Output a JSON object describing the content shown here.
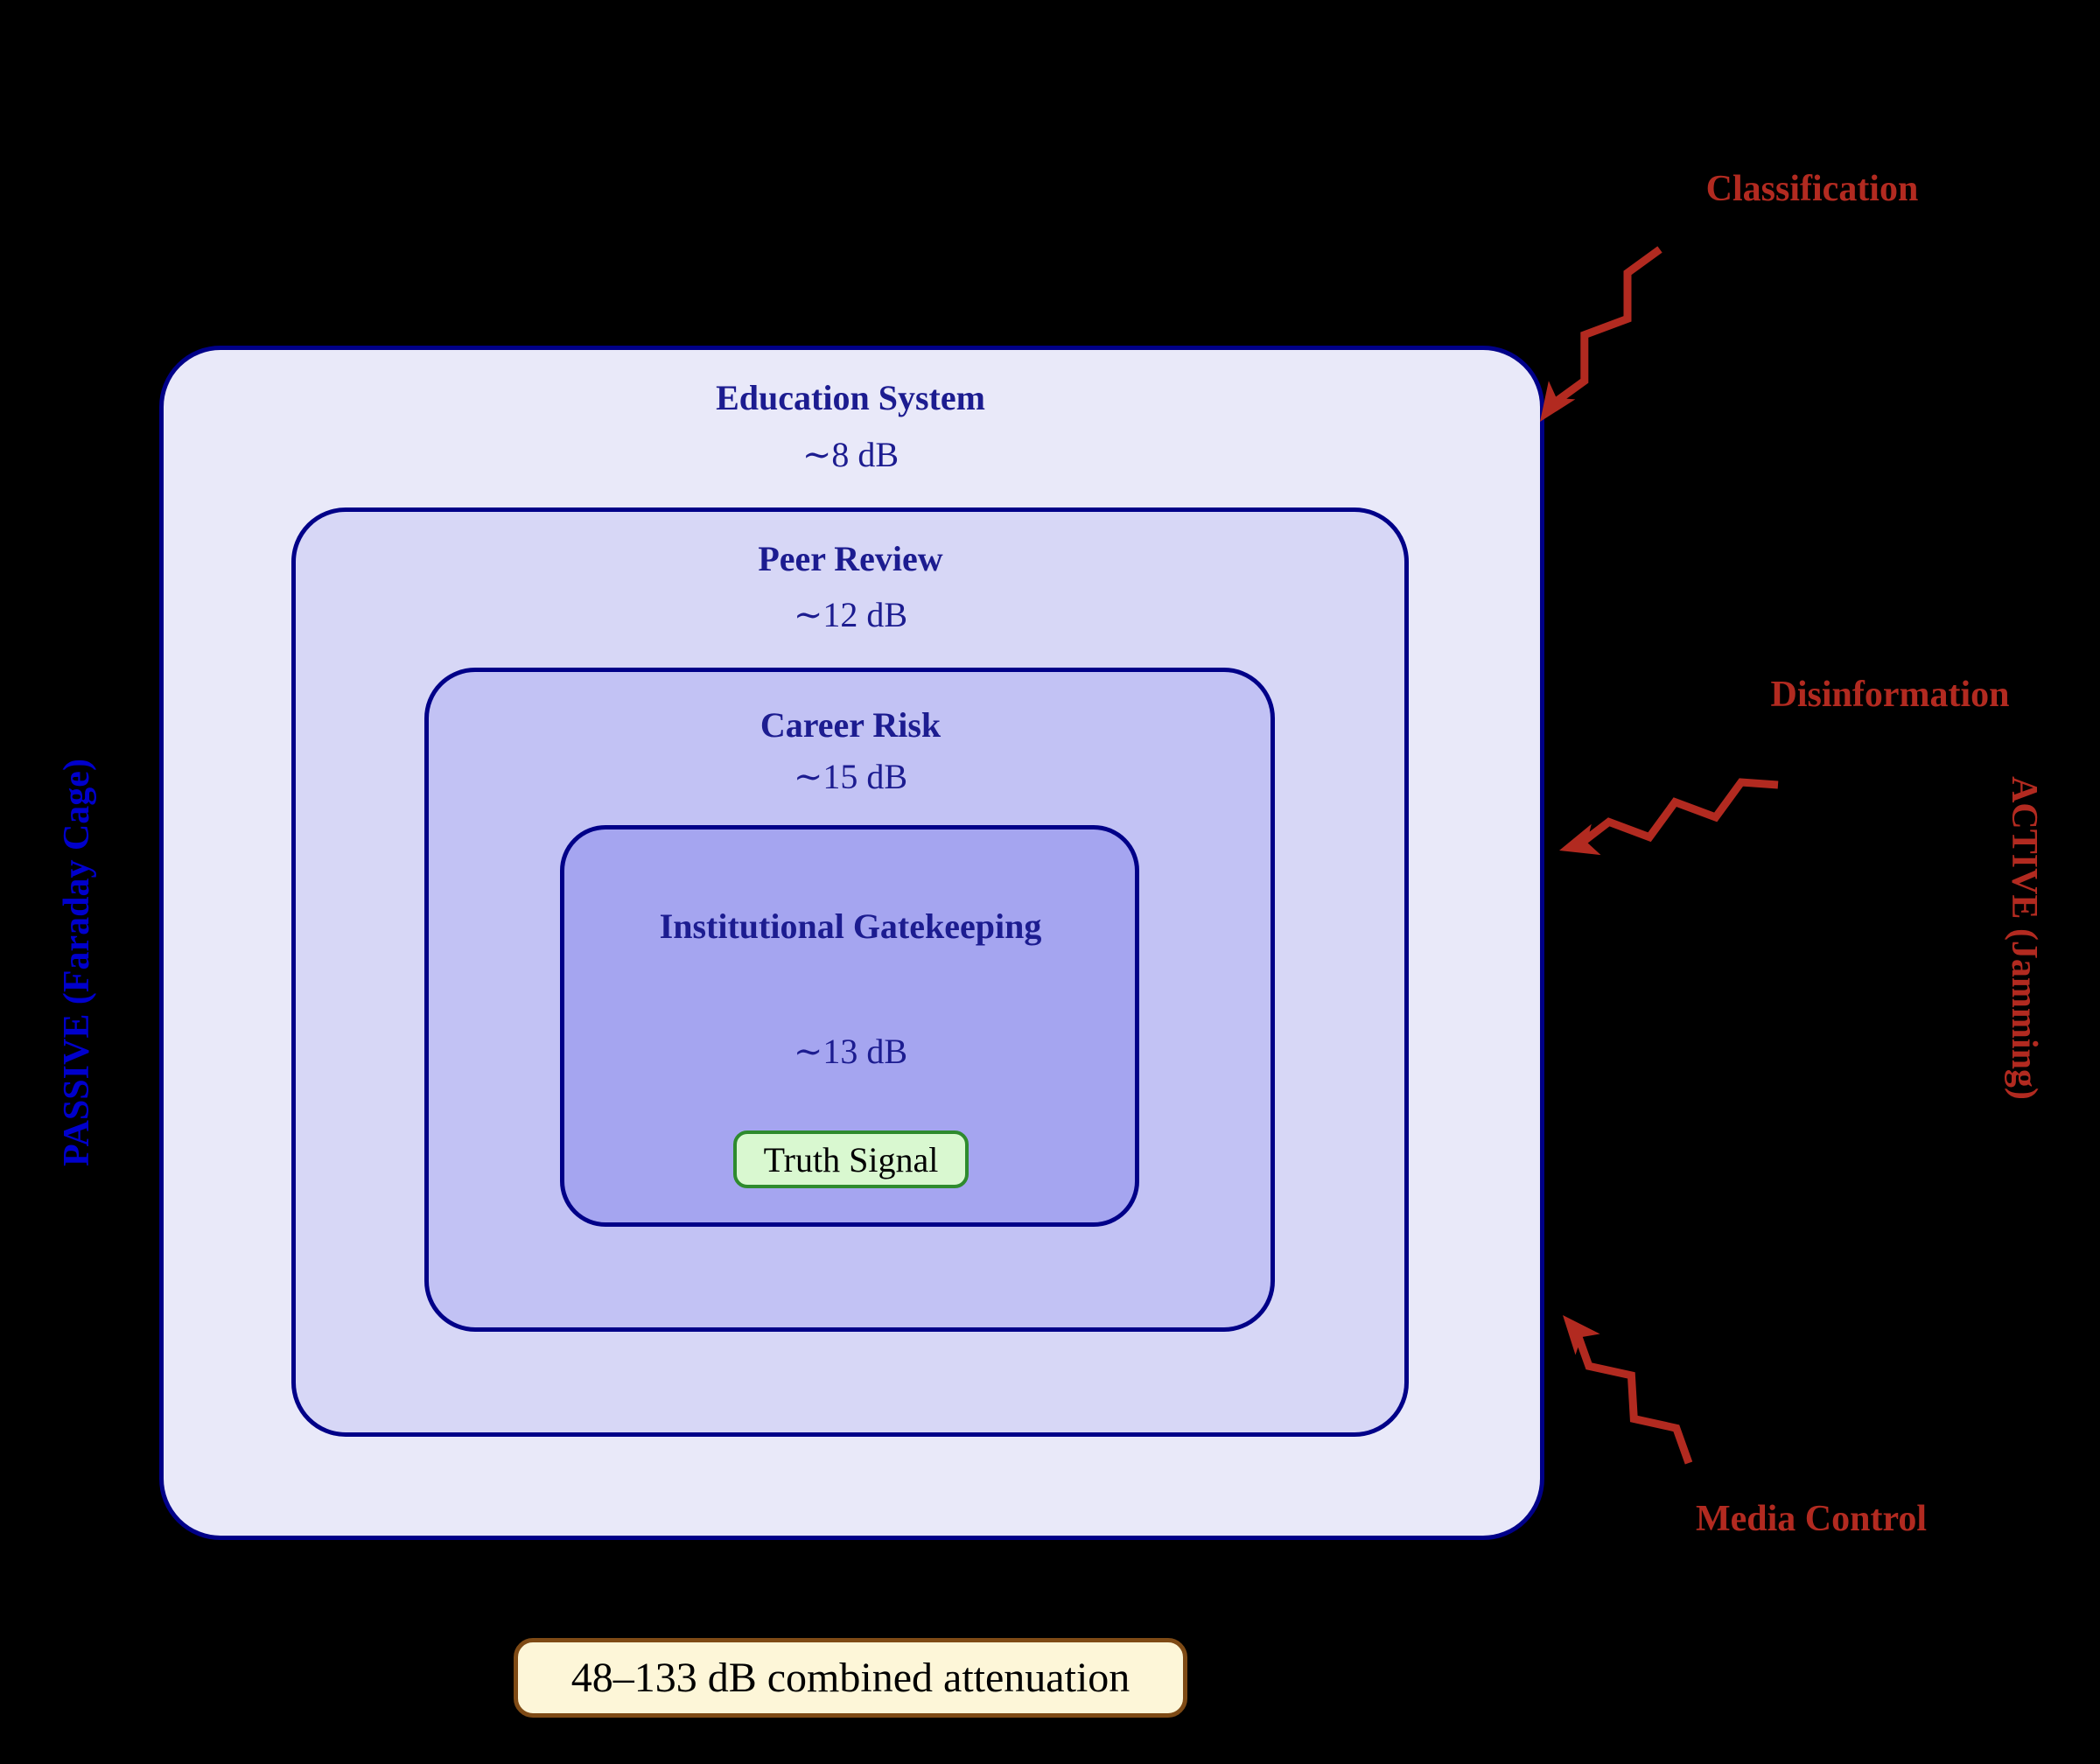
{
  "diagram": {
    "layers": [
      {
        "name": "Education System",
        "attenuation": "∼8 dB"
      },
      {
        "name": "Peer Review",
        "attenuation": "∼12 dB"
      },
      {
        "name": "Career Risk",
        "attenuation": "∼15 dB"
      },
      {
        "name": "Institutional Gatekeeping",
        "attenuation": "∼13 dB"
      }
    ],
    "core": {
      "label": "Truth Signal"
    },
    "side_labels": {
      "left": "PASSIVE (Faraday Cage)",
      "right": "ACTIVE (Jamming)"
    },
    "attacks": [
      {
        "label": "Classification"
      },
      {
        "label": "Disinformation"
      },
      {
        "label": "Media Control"
      }
    ],
    "summary": "48–133 dB combined attenuation"
  },
  "colors": {
    "bg": "#000000",
    "border-navy": "#000088",
    "text-navy": "#1c1c90",
    "l1": "#e9e9f9",
    "l2": "#d7d7f6",
    "l3": "#c2c2f4",
    "l4": "#a5a5f0",
    "blue-label": "#0000cc",
    "red": "#b22a20",
    "green-fill": "#d9f8d0",
    "green-border": "#2e8b2e",
    "cream-fill": "#fdf6d8",
    "cream-border": "#7e4a15"
  }
}
